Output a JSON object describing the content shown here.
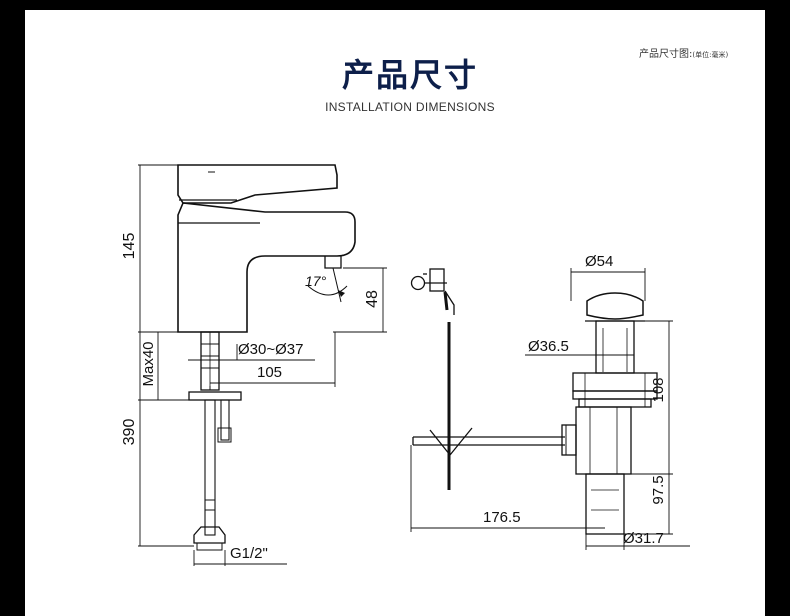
{
  "header": {
    "title": "产品尺寸",
    "subtitle": "INSTALLATION DIMENSIONS",
    "unit_label": "产品尺寸图:",
    "unit_note": "(单位:毫米)"
  },
  "faucet": {
    "height_label": "145",
    "spout_height_label": "48",
    "angle_label": "17°",
    "hole_dia_label": "Ø30~Ø37",
    "reach_label": "105",
    "max_thickness_label": "Max40",
    "hose_length_label": "390",
    "thread_label": "G1/2\""
  },
  "drain": {
    "top_dia_label": "Ø54",
    "body_dia_label": "Ø36.5",
    "length_label": "108",
    "tail_length_label": "97.5",
    "rod_length_label": "176.5",
    "tail_dia_label": "Ø31.7"
  },
  "colors": {
    "title": "#0d1f4a",
    "line": "#111111",
    "frame": "#000000"
  }
}
